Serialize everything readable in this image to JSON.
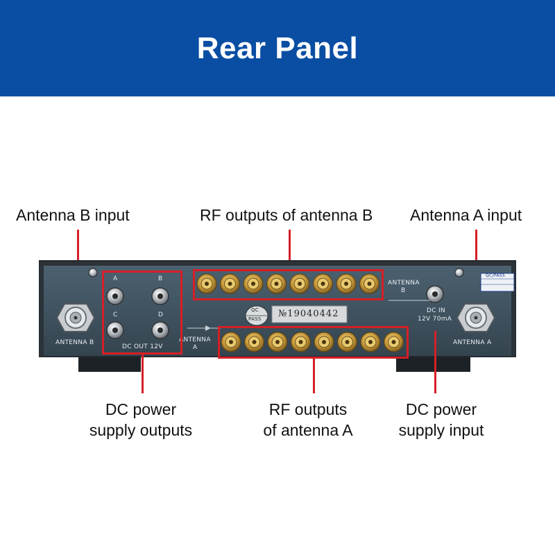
{
  "header": {
    "title": "Rear Panel",
    "bg_color": "#0a4ea3"
  },
  "callouts": {
    "antenna_b_input": "Antenna B input",
    "rf_outputs_b": "RF outputs of antenna B",
    "antenna_a_input": "Antenna A input",
    "dc_outputs_line1": "DC power",
    "dc_outputs_line2": "supply outputs",
    "rf_outputs_a_line1": "RF outputs",
    "rf_outputs_a_line2": "of antenna A",
    "dc_input_line1": "DC power",
    "dc_input_line2": "supply input"
  },
  "panel": {
    "antenna_b_label": "ANTENNA B",
    "antenna_a_label": "ANTENNA A",
    "dc_out_label": "DC OUT 12V",
    "dc_ports": [
      "A",
      "B",
      "C",
      "D"
    ],
    "row_b_label_1": "ANTENNA",
    "row_b_label_2": "B",
    "row_a_label_1": "ANTENNA",
    "row_a_label_2": "A",
    "dc_in_label_1": "DC IN",
    "dc_in_label_2": "12V 70mA",
    "serial": "№19040442",
    "qc_stamp_1": "QC",
    "qc_stamp_2": "PASS",
    "qc_sticker": "QC/PASS",
    "rf_connectors_per_row": 8
  },
  "accent_color": "#d61f26"
}
